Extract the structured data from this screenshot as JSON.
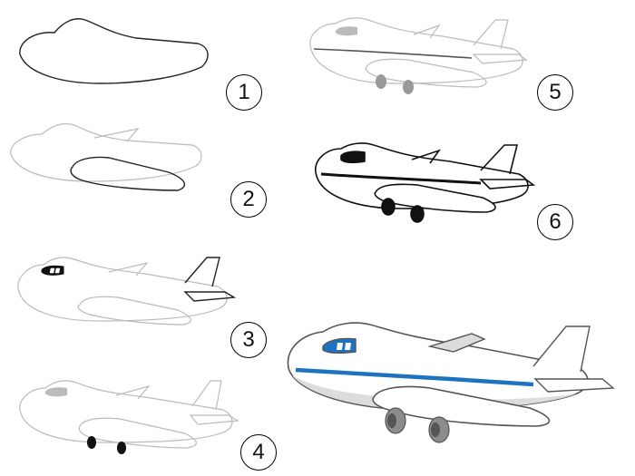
{
  "steps": [
    {
      "number": "1"
    },
    {
      "number": "2"
    },
    {
      "number": "3"
    },
    {
      "number": "4"
    },
    {
      "number": "5"
    },
    {
      "number": "6"
    }
  ],
  "colors": {
    "outline": "#000000",
    "faint_outline": "#b8b8b8",
    "stripe_blue": "#1e73be",
    "cockpit_blue": "#1e73be",
    "belly_gray": "#d9d9d9",
    "engine_gray": "#8c8c8c"
  }
}
